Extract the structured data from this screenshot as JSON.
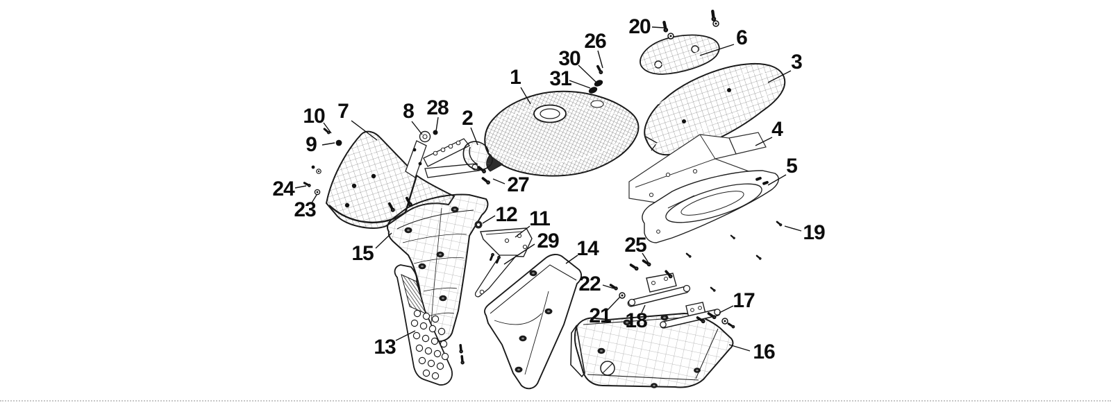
{
  "diagram": {
    "kind": "exploded parts diagram",
    "callout_count": 31
  },
  "callouts": {
    "c1": "1",
    "c2": "2",
    "c3": "3",
    "c4": "4",
    "c5": "5",
    "c6": "6",
    "c7": "7",
    "c8": "8",
    "c9": "9",
    "c10": "10",
    "c11": "11",
    "c12": "12",
    "c13": "13",
    "c14": "14",
    "c15": "15",
    "c16": "16",
    "c17": "17",
    "c18": "18",
    "c19": "19",
    "c20": "20",
    "c21": "21",
    "c22": "22",
    "c23": "23",
    "c24": "24",
    "c25": "25",
    "c26": "26",
    "c27": "27",
    "c28": "28",
    "c29": "29",
    "c30": "30",
    "c31": "31"
  },
  "colors": {
    "line": "#1a1a1a",
    "background": "#ffffff",
    "divider": "#c6c6c6"
  }
}
